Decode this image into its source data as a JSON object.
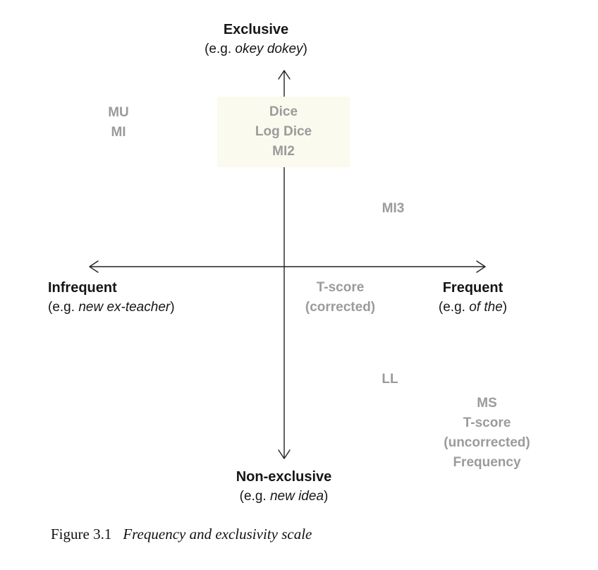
{
  "colors": {
    "measure_gray": "#9b9b9b",
    "axis_black": "#161616",
    "dice_highlight_bg": "#fbfaee"
  },
  "axis_ends": {
    "top": {
      "label": "Exclusive",
      "eg_prefix": "(e.g. ",
      "eg_italic": "okey dokey",
      "eg_suffix": ")"
    },
    "bottom": {
      "label": "Non-exclusive",
      "eg_prefix": "(e.g. ",
      "eg_italic": "new idea",
      "eg_suffix": ")"
    },
    "left": {
      "label": "Infrequent",
      "eg_prefix": "(e.g. ",
      "eg_italic": "new ex-teacher",
      "eg_suffix": ")"
    },
    "right": {
      "label": "Frequent",
      "eg_prefix": "(e.g. ",
      "eg_italic": "of the",
      "eg_suffix": ")"
    }
  },
  "measures": {
    "mu_mi": {
      "lines": [
        "MU",
        "MI"
      ]
    },
    "dice_group": {
      "lines": [
        "Dice",
        "Log Dice",
        "MI2"
      ]
    },
    "mi3": {
      "lines": [
        "MI3"
      ]
    },
    "t_score_corrected": {
      "lines": [
        "T-score",
        "(corrected)"
      ]
    },
    "ll": {
      "lines": [
        "LL"
      ]
    },
    "ms_group": {
      "lines": [
        "MS",
        "T-score",
        "(uncorrected)",
        "Frequency"
      ]
    }
  },
  "caption": {
    "figure_number": "Figure 3.1",
    "title": "Frequency and exclusivity scale"
  }
}
